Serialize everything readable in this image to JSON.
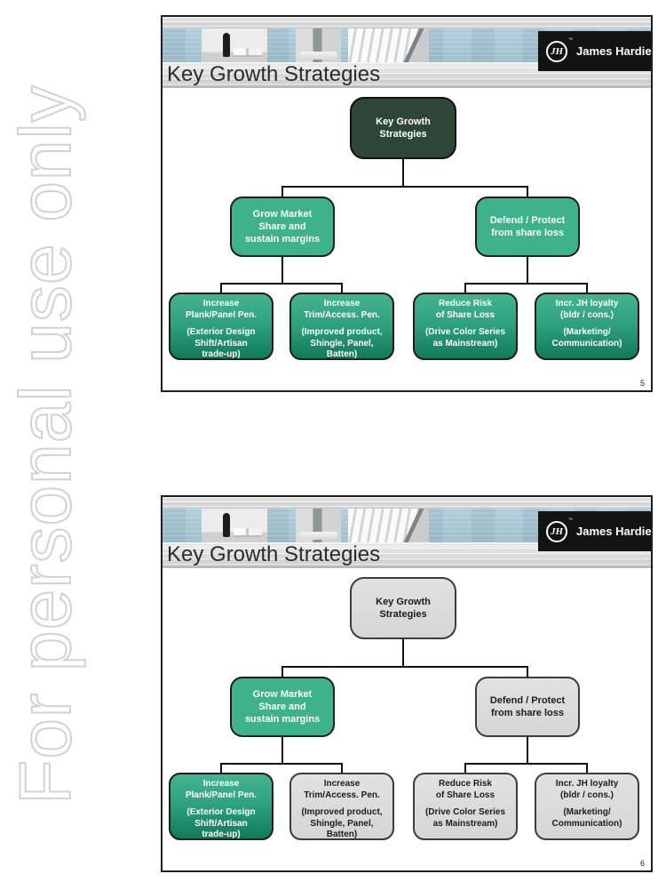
{
  "watermark": {
    "text": "For personal use only"
  },
  "brand": {
    "name": "James Hardie",
    "monogram": "JH",
    "trademark": "™"
  },
  "colors": {
    "dark_green": "#2e4636",
    "green": "#3eb28b",
    "green_gradient_bottom": "#117a59",
    "gray_box": "#dedede",
    "header_blue": "#a7c6d4",
    "logo_black": "#131313"
  },
  "slides": [
    {
      "title": "Key Growth Strategies",
      "page_number": "5",
      "root": {
        "label": "Key Growth\nStrategies",
        "variant": "darkgreen"
      },
      "branches": [
        {
          "label": "Grow Market\nShare and\nsustain margins",
          "variant": "green"
        },
        {
          "label": "Defend / Protect\nfrom share loss",
          "variant": "green"
        }
      ],
      "leaves": [
        {
          "heading": "Increase\nPlank/Panel Pen.",
          "detail": "(Exterior Design\nShift/Artisan\ntrade-up)",
          "variant": "gradient"
        },
        {
          "heading": "Increase\nTrim/Access. Pen.",
          "detail": "(Improved product,\nShingle, Panel,\nBatten)",
          "variant": "gradient"
        },
        {
          "heading": "Reduce Risk\nof Share Loss",
          "detail": "(Drive Color Series\nas Mainstream)",
          "variant": "gradient"
        },
        {
          "heading": "Incr. JH loyalty\n(bldr / cons.)",
          "detail": "(Marketing/\nCommunication)",
          "variant": "gradient"
        }
      ]
    },
    {
      "title": "Key Growth Strategies",
      "page_number": "6",
      "root": {
        "label": "Key Growth\nStrategies",
        "variant": "gray"
      },
      "branches": [
        {
          "label": "Grow Market\nShare and\nsustain margins",
          "variant": "green"
        },
        {
          "label": "Defend / Protect\nfrom share loss",
          "variant": "gray"
        }
      ],
      "leaves": [
        {
          "heading": "Increase\nPlank/Panel Pen.",
          "detail": "(Exterior Design\nShift/Artisan\ntrade-up)",
          "variant": "gradient"
        },
        {
          "heading": "Increase\nTrim/Access. Pen.",
          "detail": "(Improved product,\nShingle, Panel,\nBatten)",
          "variant": "gray"
        },
        {
          "heading": "Reduce Risk\nof Share Loss",
          "detail": "(Drive Color Series\nas Mainstream)",
          "variant": "gray"
        },
        {
          "heading": "Incr. JH loyalty\n(bldr / cons.)",
          "detail": "(Marketing/\nCommunication)",
          "variant": "gray"
        }
      ]
    }
  ]
}
